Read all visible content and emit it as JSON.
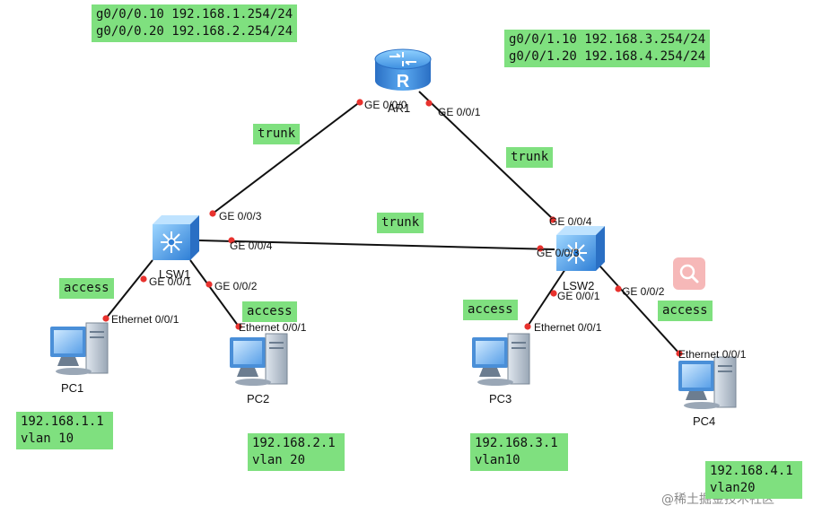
{
  "notes": {
    "ar_left": {
      "line1": "g0/0/0.10 192.168.1.254/24",
      "line2": "g0/0/0.20 192.168.2.254/24"
    },
    "ar_right": {
      "line1": "g0/0/1.10 192.168.3.254/24",
      "line2": "g0/0/1.20 192.168.4.254/24"
    },
    "pc1": {
      "line1": "192.168.1.1",
      "line2": "vlan 10"
    },
    "pc2": {
      "line1": "192.168.2.1",
      "line2": "vlan 20"
    },
    "pc3": {
      "line1": "192.168.3.1",
      "line2": "vlan10"
    },
    "pc4": {
      "line1": "192.168.4.1",
      "line2": "vlan20"
    }
  },
  "links": {
    "ar_lsw1": "trunk",
    "ar_lsw2": "trunk",
    "lsw1_lsw2": "trunk",
    "lsw1_pc1": "access",
    "lsw1_pc2": "access",
    "lsw2_pc3": "access",
    "lsw2_pc4": "access"
  },
  "devices": {
    "router": {
      "name": "AR1",
      "glyph": "R"
    },
    "lsw1": {
      "name": "LSW1"
    },
    "lsw2": {
      "name": "LSW2"
    },
    "pc1": {
      "name": "PC1"
    },
    "pc2": {
      "name": "PC2"
    },
    "pc3": {
      "name": "PC3"
    },
    "pc4": {
      "name": "PC4"
    }
  },
  "ports": {
    "ar_ge000": "GE 0/0/0",
    "ar_ge001": "GE 0/0/1",
    "lsw1_ge003": "GE 0/0/3",
    "lsw1_ge004": "GE 0/0/4",
    "lsw1_ge001": "GE 0/0/1",
    "lsw1_ge002": "GE 0/0/2",
    "lsw2_ge004": "GE 0/0/4",
    "lsw2_ge003": "GE 0/0/3",
    "lsw2_ge001": "GE 0/0/1",
    "lsw2_ge002": "GE 0/0/2",
    "pc1_eth": "Ethernet 0/0/1",
    "pc2_eth": "Ethernet 0/0/1",
    "pc3_eth": "Ethernet 0/0/1",
    "pc4_eth": "Ethernet 0/0/1"
  },
  "watermark": "@稀土掘金技术社区",
  "colors": {
    "note_bg": "#7fe07f",
    "link": "#111111",
    "port_dot": "#e8322e",
    "device_blue": "#3d8fe0"
  }
}
